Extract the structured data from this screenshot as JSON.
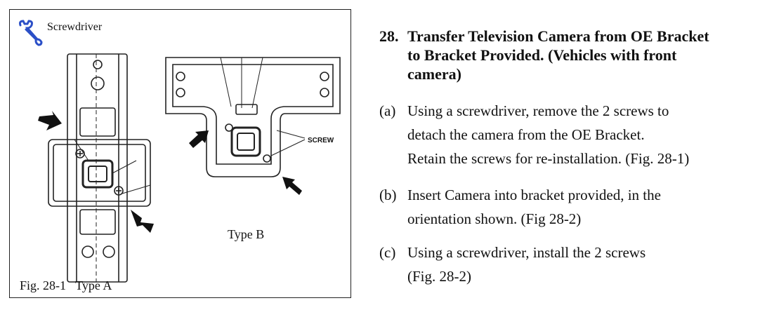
{
  "figure": {
    "tool_label": "Screwdriver",
    "caption": "Fig. 28-1   Type A",
    "type_b_label": "Type B",
    "screw_callout": "SCREW"
  },
  "step": {
    "number": "28.",
    "title_lines": [
      "Transfer Television Camera from OE Bracket",
      "to Bracket Provided. (Vehicles with front",
      "camera)"
    ]
  },
  "substeps": [
    {
      "letter": "(a)",
      "lines": [
        "Using a screwdriver, remove the 2 screws to",
        "detach the camera from the OE Bracket.",
        "Retain the screws for re-installation. (Fig. 28-1)"
      ]
    },
    {
      "letter": "(b)",
      "lines": [
        "Insert Camera into bracket provided, in the",
        "orientation shown. (Fig 28-2)"
      ]
    },
    {
      "letter": "(c)",
      "lines": [
        "Using a screwdriver, install the 2 screws",
        "(Fig. 28-2)"
      ]
    }
  ],
  "colors": {
    "tool_icon": "#2b4fc7"
  }
}
